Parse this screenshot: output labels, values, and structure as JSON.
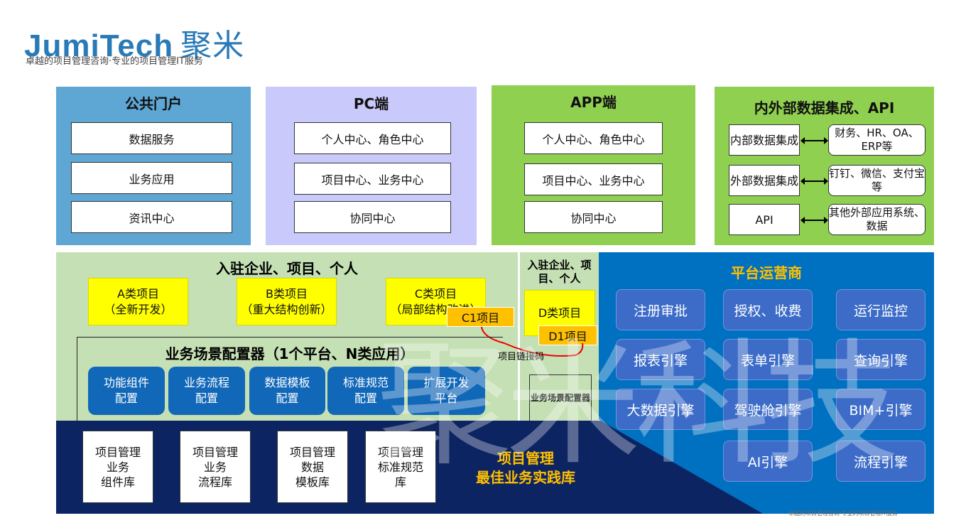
{
  "logo": {
    "brand": "JumiTech",
    "brand_cn": "聚米",
    "slogan": "卓越的项目管理咨询·专业的项目管理IT服务"
  },
  "panels": {
    "portal": {
      "title": "公共门户",
      "items": [
        "数据服务",
        "业务应用",
        "资讯中心"
      ]
    },
    "pc": {
      "title": "PC端",
      "items": [
        "个人中心、角色中心",
        "项目中心、业务中心",
        "协同中心"
      ]
    },
    "app": {
      "title": "APP端",
      "items": [
        "个人中心、角色中心",
        "项目中心、业务中心",
        "协同中心"
      ]
    },
    "api": {
      "title": "内外部数据集成、API",
      "rows": [
        {
          "left": "内部数据集成",
          "right": "财务、HR、OA、ERP等"
        },
        {
          "left": "外部数据集成",
          "right": "钉钉、微信、支付宝等"
        },
        {
          "left": "API",
          "right": "其他外部应用系统、数据"
        }
      ]
    }
  },
  "tenants": {
    "title": "入驻企业、项目、个人",
    "projects": [
      {
        "name": "A类项目",
        "sub": "（全新开发）"
      },
      {
        "name": "B类项目",
        "sub": "（重大结构创新）"
      },
      {
        "name": "C类项目",
        "sub": "（局部结构改进）"
      }
    ],
    "c1": "C1项目"
  },
  "tenants_d": {
    "title": "入驻企业、项目、个人",
    "project": "D类项目",
    "d1": "D1项目",
    "config": "业务场景配置器"
  },
  "link_label": "项目链接码",
  "configurator": {
    "title": "业务场景配置器（1个平台、N类应用）",
    "buttons": [
      [
        "功能组件",
        "配置"
      ],
      [
        "业务流程",
        "配置"
      ],
      [
        "数据模板",
        "配置"
      ],
      [
        "标准规范",
        "配置"
      ],
      [
        "扩展开发",
        "平台"
      ]
    ]
  },
  "operator": {
    "title": "平台运营商",
    "buttons": [
      "注册审批",
      "授权、收费",
      "运行监控",
      "报表引擎",
      "表单引擎",
      "查询引擎",
      "大数据引擎",
      "驾驶舱引擎",
      "BIM+引擎",
      "AI引擎",
      "流程引擎"
    ]
  },
  "library": {
    "boxes": [
      [
        "项目管理",
        "业务",
        "组件库"
      ],
      [
        "项目管理",
        "业务",
        "流程库"
      ],
      [
        "项目管理",
        "数据",
        "模板库"
      ],
      [
        "项目管理",
        "标准规范",
        "库"
      ]
    ],
    "title": [
      "项目管理",
      "最佳业务实践库"
    ]
  },
  "watermark": "聚米科技",
  "footer": "卓越的项目管理咨询·专业的项目管理IT服务",
  "colors": {
    "portal": "#5ea6d3",
    "pc": "#c9c9fb",
    "app": "#8fd050",
    "light_green": "#c5e0b4",
    "navy": "#0d2463",
    "blue": "#0070c0",
    "yellow": "#ffff00",
    "orange": "#ffc000"
  }
}
